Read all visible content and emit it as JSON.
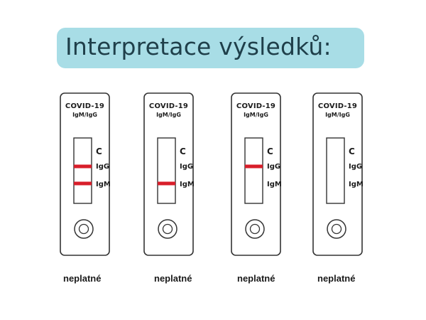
{
  "title": "Interpretace výsledků:",
  "cassettes": [
    {
      "name": "COVID-19",
      "sub": "IgM/IgG",
      "mark_c": "C",
      "mark_igg": "IgG",
      "mark_igm": "IgM",
      "lines": {
        "C": false,
        "IgG": true,
        "IgM": true
      },
      "result": "neplatné"
    },
    {
      "name": "COVID-19",
      "sub": "IgM/IgG",
      "mark_c": "C",
      "mark_igg": "IgG",
      "mark_igm": "IgM",
      "lines": {
        "C": false,
        "IgG": false,
        "IgM": true
      },
      "result": "neplatné"
    },
    {
      "name": "COVID-19",
      "sub": "IgM/IgG",
      "mark_c": "C",
      "mark_igg": "IgG",
      "mark_igm": "IgM",
      "lines": {
        "C": false,
        "IgG": true,
        "IgM": false
      },
      "result": "neplatné"
    },
    {
      "name": "COVID-19",
      "sub": "IgM/IgG",
      "mark_c": "C",
      "mark_igg": "IgG",
      "mark_igm": "IgM",
      "lines": {
        "C": false,
        "IgG": false,
        "IgM": false
      },
      "result": "neplatné"
    }
  ],
  "colors": {
    "banner": "#a8dde6",
    "line": "#d81e2a",
    "outline": "#333333"
  }
}
